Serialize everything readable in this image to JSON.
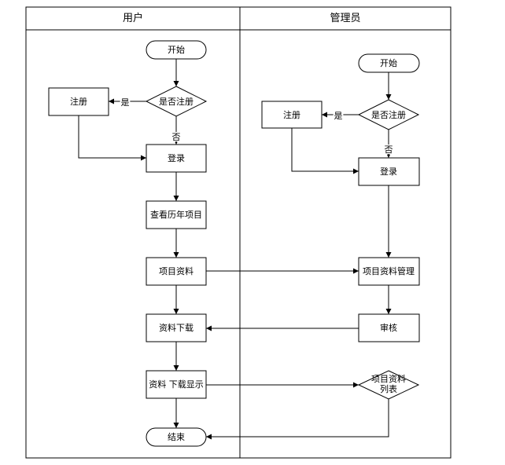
{
  "lanes": {
    "user": "用户",
    "admin": "管理员"
  },
  "user_flow": {
    "start": "开始",
    "is_registered": "是否注册",
    "register": "注册",
    "login": "登录",
    "view_history": "查看历年项目",
    "project_materials": "项目资料",
    "download": "资料下载",
    "download_display": "资料 下载显示",
    "end": "结束"
  },
  "admin_flow": {
    "start": "开始",
    "is_registered": "是否注册",
    "register": "注册",
    "login": "登录",
    "materials_management": "项目资料管理",
    "review": "审核",
    "materials_list_line1": "项目资料",
    "materials_list_line2": "列表"
  },
  "edge_labels": {
    "yes": "是",
    "no": "否"
  }
}
